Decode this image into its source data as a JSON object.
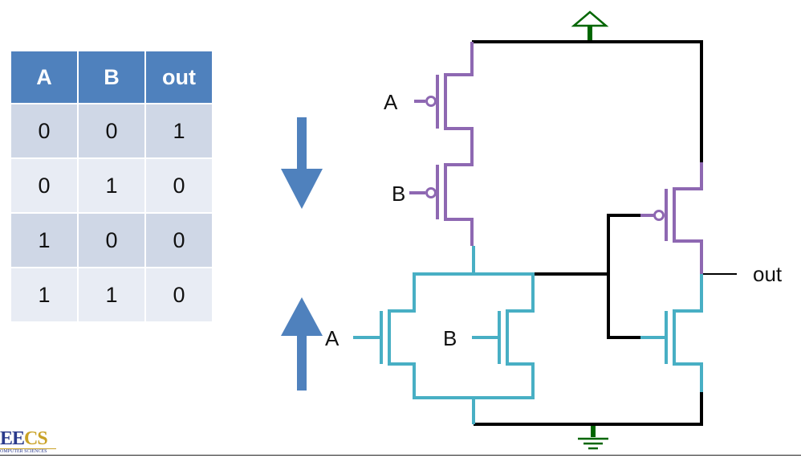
{
  "truth_table": {
    "headers": [
      "A",
      "B",
      "out"
    ],
    "rows": [
      [
        "0",
        "0",
        "1"
      ],
      [
        "0",
        "1",
        "0"
      ],
      [
        "1",
        "0",
        "0"
      ],
      [
        "1",
        "1",
        "0"
      ]
    ]
  },
  "circuit": {
    "labels": {
      "pmos_a": "A",
      "pmos_b": "B",
      "nmos_a": "A",
      "nmos_b": "B",
      "output": "out"
    }
  },
  "logo": {
    "text_part1": "EE",
    "text_part2": "CS",
    "subtitle": "OMPUTER SCIENCES"
  },
  "colors": {
    "pmos": "#8e68b2",
    "nmos": "#48afc4",
    "wire": "#000000",
    "arrow": "#4f81bd",
    "rails": "#006600",
    "table_header": "#4f81bd"
  }
}
